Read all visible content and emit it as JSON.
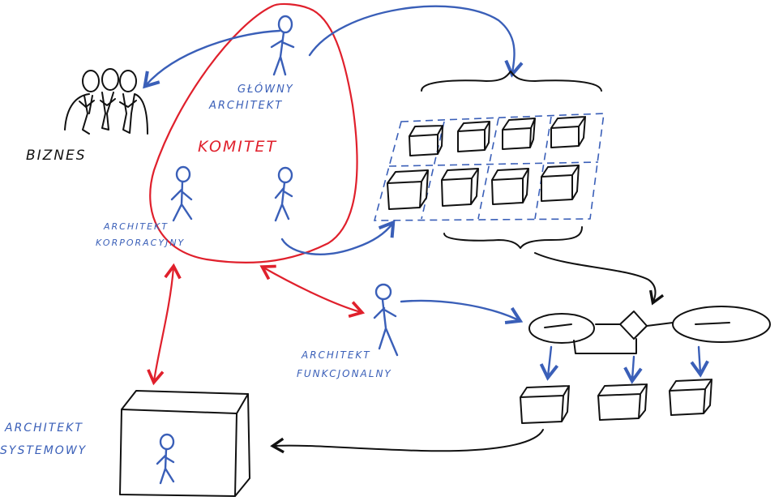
{
  "labels": {
    "glowny_line1": "GŁÓWNY",
    "glowny_line2": "ARCHITEKT",
    "komitet": "KOMITET",
    "biznes": "BIZNES",
    "korporacyjny_line1": "ARCHITEKT",
    "korporacyjny_line2": "KORPORACYJNY",
    "funkcjonalny_line1": "ARCHITEKT",
    "funkcjonalny_line2": "FUNKCJONALNY",
    "systemowy_line1": "ARCHITEKT",
    "systemowy_line2": "SYSTEMOWY"
  },
  "colors": {
    "blue": "#3a5fb8",
    "red": "#e0202c",
    "black": "#111111"
  }
}
